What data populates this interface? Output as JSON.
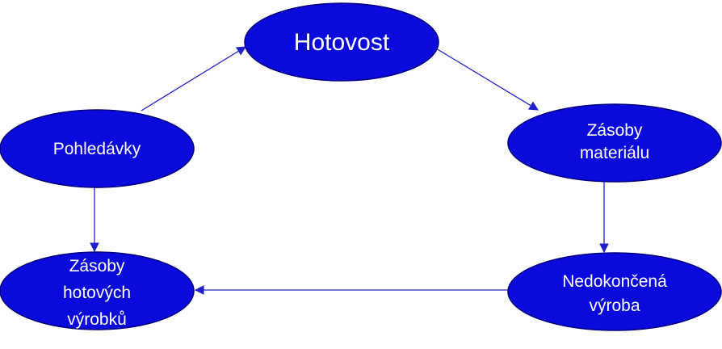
{
  "diagram": {
    "node_color": "#0a0adc",
    "node_border_color": "#000080",
    "edge_color": "#2020c8",
    "text_color": "#ffffff",
    "nodes": {
      "hotovost": {
        "lines": [
          "Hotovost"
        ]
      },
      "zasoby_materialu": {
        "lines": [
          "Zásoby",
          "materiálu"
        ]
      },
      "nedokoncena_vyroba": {
        "lines": [
          "Nedokončená",
          "výroba"
        ]
      },
      "zasoby_hotovych_vyrobku": {
        "lines": [
          "Zásoby",
          "hotových",
          "výrobků"
        ]
      },
      "pohledavky": {
        "lines": [
          "Pohledávky"
        ]
      }
    },
    "edges": [
      {
        "from": "hotovost",
        "to": "zasoby_materialu"
      },
      {
        "from": "zasoby_materialu",
        "to": "nedokoncena_vyroba"
      },
      {
        "from": "nedokoncena_vyroba",
        "to": "zasoby_hotovych_vyrobku"
      },
      {
        "from": "pohledavky",
        "to": "zasoby_hotovych_vyrobku"
      },
      {
        "from": "pohledavky",
        "to": "hotovost"
      }
    ]
  }
}
